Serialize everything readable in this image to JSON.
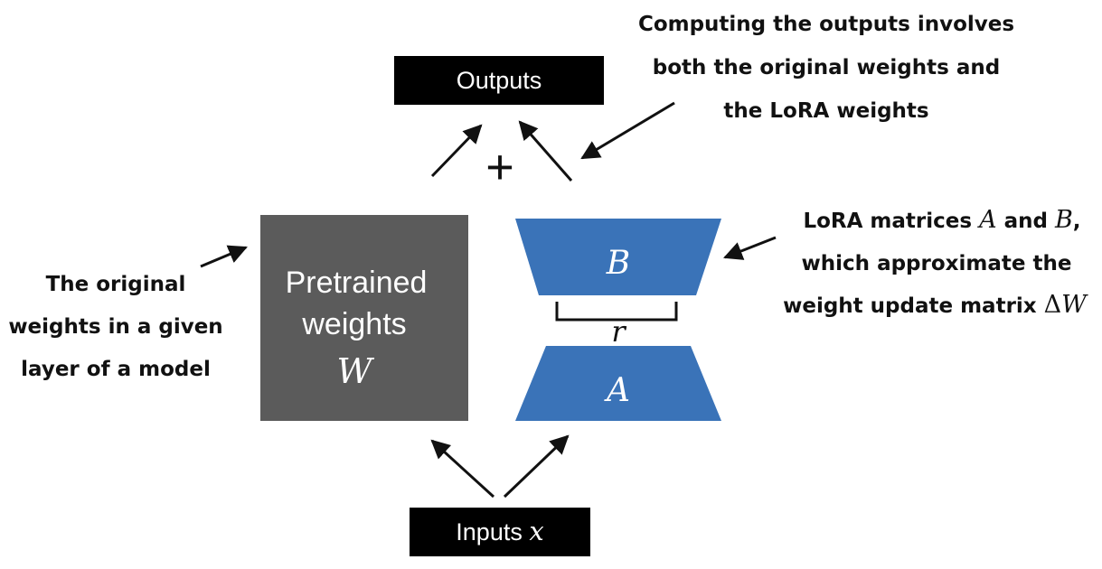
{
  "outputs_box": {
    "label": "Outputs"
  },
  "inputs_box": {
    "label": "Inputs ",
    "var": "x"
  },
  "plus": "+",
  "pretrained": {
    "line1": "Pretrained",
    "line2": "weights",
    "var": "W"
  },
  "lora_b": {
    "label": "B"
  },
  "lora_a": {
    "label": "A"
  },
  "rank": {
    "label": "r"
  },
  "annotation_outputs": {
    "line1": "Computing the outputs involves",
    "line2": "both the original weights and",
    "line3": "the LoRA weights"
  },
  "annotation_original": {
    "line1": "The original",
    "line2": "weights in a given",
    "line3": "layer of a model"
  },
  "annotation_lora": {
    "line1_a": "LoRA matrices ",
    "line1_var_a": "A",
    "line1_b": " and ",
    "line1_var_b": "B",
    "line1_c": ",",
    "line2": "which approximate the",
    "line3_a": "weight update matrix ",
    "line3_delta": "Δ",
    "line3_var": "W"
  },
  "colors": {
    "box_black": "#000000",
    "pretrained_gray": "#5b5b5b",
    "lora_blue": "#3a73b8",
    "text_white": "#ffffff",
    "text_black": "#111111"
  }
}
